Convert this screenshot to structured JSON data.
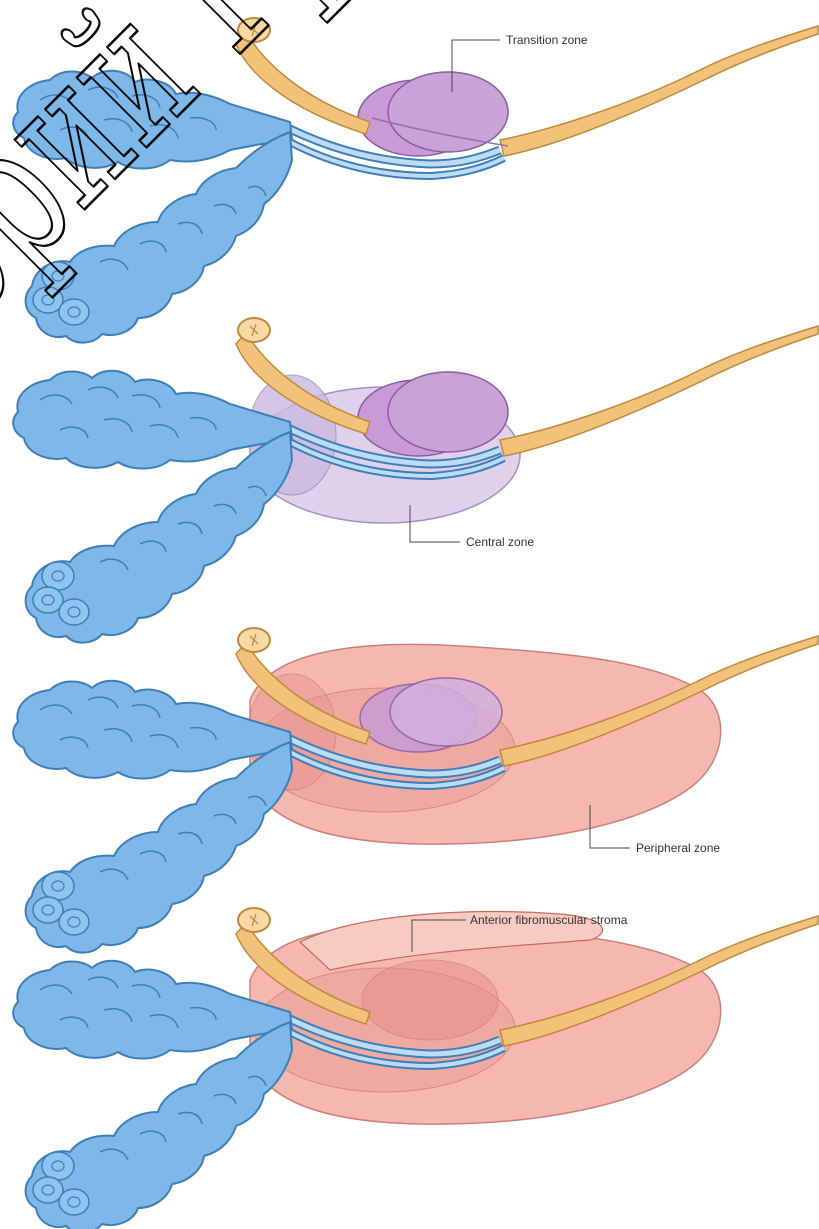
{
  "labels": {
    "transition_zone": "Transition zone",
    "central_zone": "Central zone",
    "peripheral_zone": "Peripheral zone",
    "anterior_fibromuscular_stroma": "Anterior fibromuscular stroma"
  },
  "watermark": "Репозиторий ГрГУ",
  "colors": {
    "seminal_vesicle": "#7db8e8",
    "seminal_vesicle_dark": "#3f7fb8",
    "urethra": "#f3c27a",
    "transition_zone": "#b98cc9",
    "central_zone": "#d9cbe6",
    "peripheral_zone": "#f0a49c",
    "fibromuscular_stroma": "#f6c2b8"
  }
}
